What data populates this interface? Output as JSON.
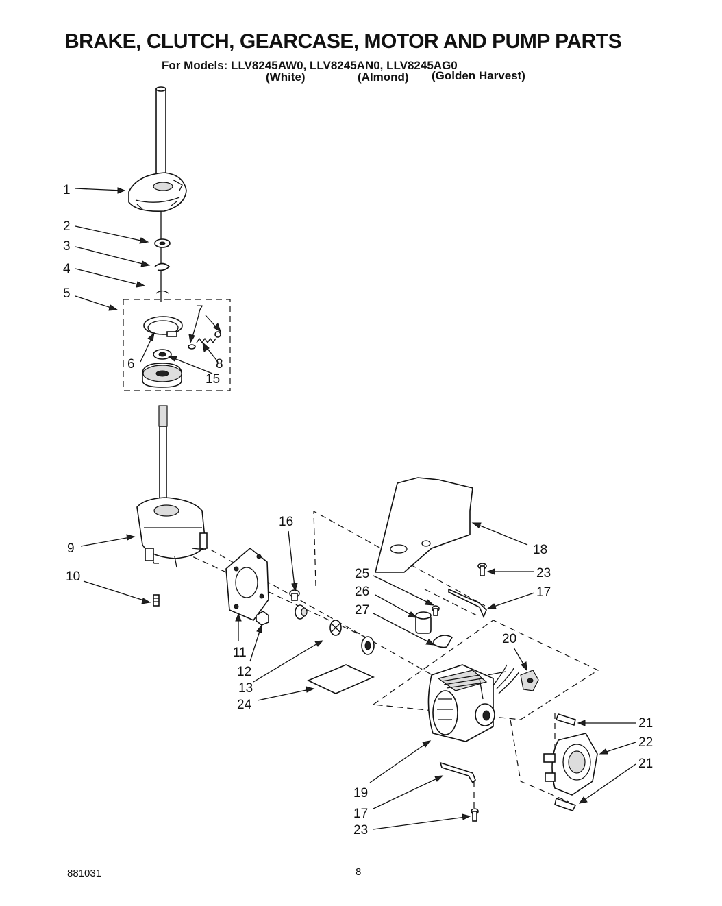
{
  "header": {
    "title": "BRAKE, CLUTCH, GEARCASE, MOTOR AND PUMP PARTS",
    "models_line": "For Models: LLV8245AW0,  LLV8245AN0,  LLV8245AG0",
    "colors": [
      "(White)",
      "(Almond)",
      "(Golden Harvest)"
    ]
  },
  "callouts": [
    "1",
    "2",
    "3",
    "4",
    "5",
    "6",
    "7",
    "8",
    "15",
    "9",
    "10",
    "16",
    "11",
    "12",
    "13",
    "24",
    "18",
    "25",
    "26",
    "27",
    "23",
    "17",
    "20",
    "19",
    "21",
    "22",
    "21",
    "17",
    "23"
  ],
  "footer": {
    "doc_number": "881031",
    "page_number": "8"
  }
}
